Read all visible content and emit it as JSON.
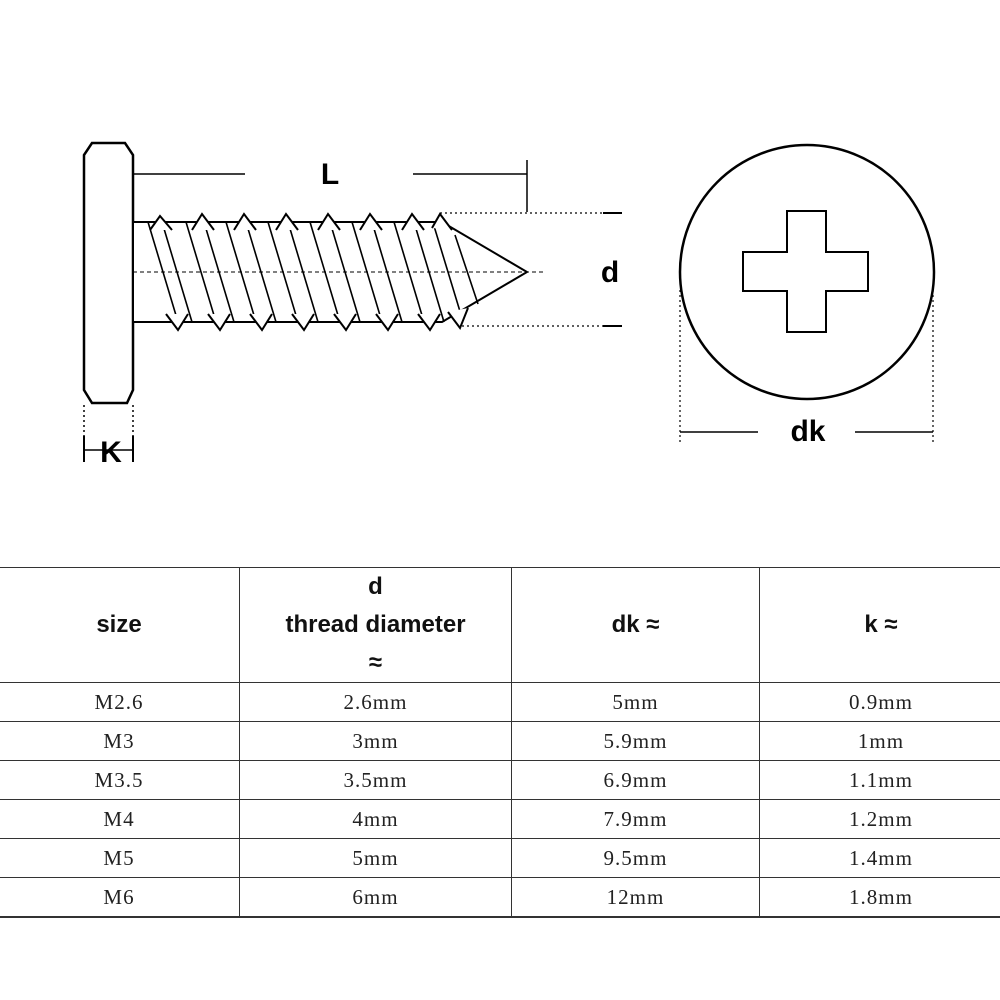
{
  "diagram": {
    "labels": {
      "length": "L",
      "thread_diameter": "d",
      "head_height": "K",
      "head_diameter": "dk"
    }
  },
  "table": {
    "header": {
      "size": "size",
      "d_symbol": "d",
      "d_name": "thread diameter",
      "d_approx": "≈",
      "dk": "dk ≈",
      "k": "k ≈"
    },
    "rows": [
      {
        "size": "M2.6",
        "d": "2.6mm",
        "dk": "5mm",
        "k": "0.9mm"
      },
      {
        "size": "M3",
        "d": "3mm",
        "dk": "5.9mm",
        "k": "1mm"
      },
      {
        "size": "M3.5",
        "d": "3.5mm",
        "dk": "6.9mm",
        "k": "1.1mm"
      },
      {
        "size": "M4",
        "d": "4mm",
        "dk": "7.9mm",
        "k": "1.2mm"
      },
      {
        "size": "M5",
        "d": "5mm",
        "dk": "9.5mm",
        "k": "1.4mm"
      },
      {
        "size": "M6",
        "d": "6mm",
        "dk": "12mm",
        "k": "1.8mm"
      }
    ]
  }
}
